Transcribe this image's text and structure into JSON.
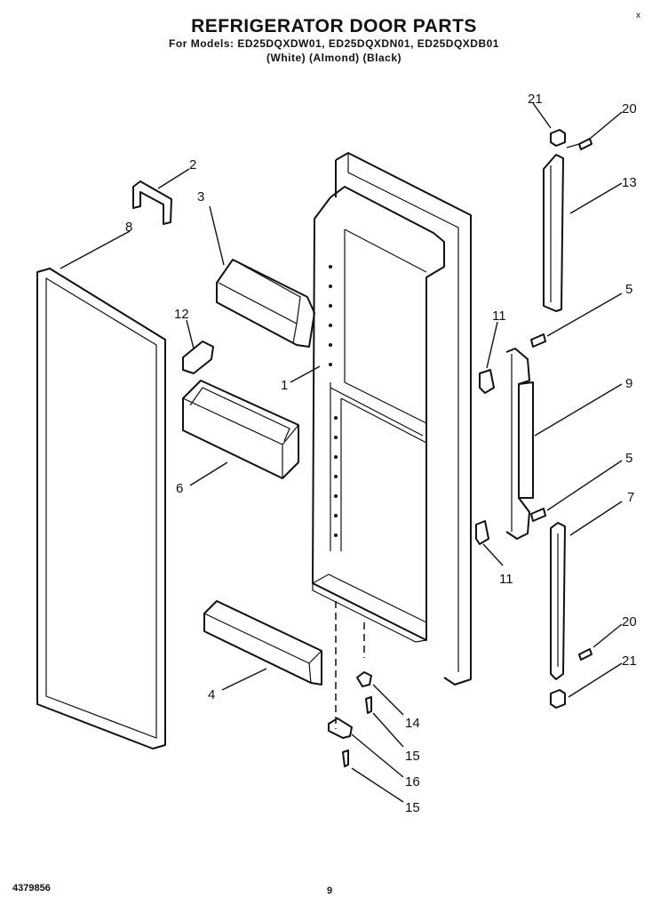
{
  "header": {
    "title": "REFRIGERATOR DOOR PARTS",
    "models_line": "For Models: ED25DQXDW01, ED25DQXDN01, ED25DQXDB01",
    "colors_line": "(White)    (Almond)    (Black)"
  },
  "footer": {
    "doc_number": "4379856",
    "page_number": "9",
    "corner_mark": "x"
  },
  "callouts": {
    "p1": "1",
    "p2": "2",
    "p3": "3",
    "p4": "4",
    "p5a": "5",
    "p5b": "5",
    "p6": "6",
    "p7": "7",
    "p8": "8",
    "p9": "9",
    "p11a": "11",
    "p11b": "11",
    "p12": "12",
    "p13": "13",
    "p14": "14",
    "p15a": "15",
    "p15b": "15",
    "p16": "16",
    "p20a": "20",
    "p20b": "20",
    "p21a": "21",
    "p21b": "21"
  }
}
